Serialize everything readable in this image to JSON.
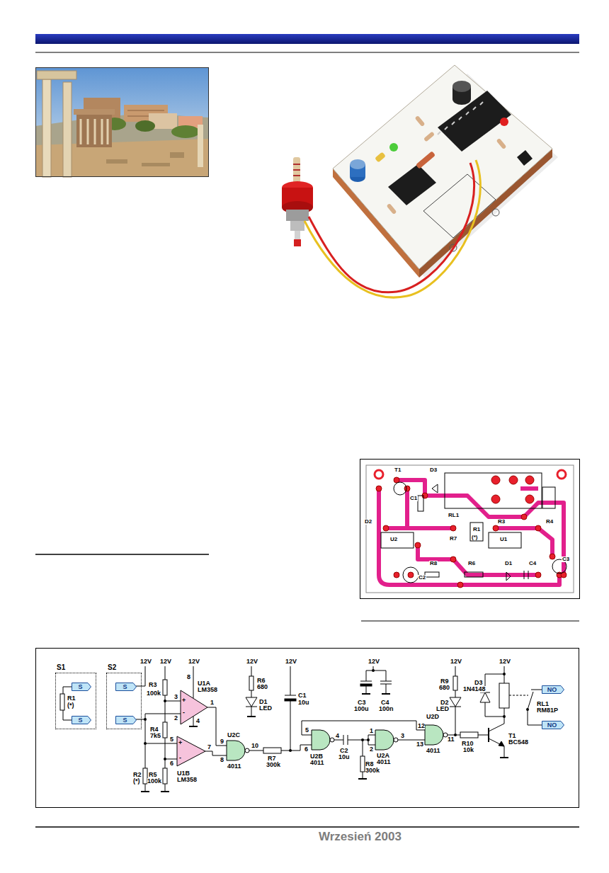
{
  "diagram": {
    "nodes": [
      {
        "text": [
          "S1"
        ]
      },
      {
        "text": [
          "S"
        ],
        "in": 0
      },
      {
        "text": [
          "S"
        ],
        "in": 0
      },
      {
        "text": [
          "S2"
        ]
      },
      {
        "text": [
          "S"
        ],
        "in": 3
      },
      {
        "text": [
          "S"
        ],
        "in": 3
      },
      {
        "text": [
          "NO"
        ]
      },
      {
        "text": [
          "NO"
        ]
      }
    ],
    "edges": [
      {
        "from": 1,
        "to": 2,
        "arrow": "none"
      }
    ],
    "labels": [
      "12V",
      "12V",
      "12V",
      "12V",
      "12V",
      "12V",
      "12V",
      "12V",
      "R3",
      "100k",
      "R4",
      "7k5",
      "R5",
      "100k",
      "R2",
      "(*)",
      "R1",
      "(*)",
      "U1A",
      "LM358",
      "8",
      "3",
      "2",
      "1",
      "4",
      "+",
      "-",
      "U1B",
      "LM358",
      "5",
      "6",
      "7",
      "+",
      "-",
      "U2C",
      "4011",
      "9",
      "8",
      "10",
      "R7",
      "300k",
      "C1",
      "10u",
      "R6",
      "680",
      "D1",
      "LED",
      "5",
      "6",
      "U2B",
      "4011",
      "4",
      "C2",
      "10u",
      "R8",
      "300k",
      "1",
      "2",
      "U2A",
      "4011",
      "3",
      "C3",
      "100u",
      "C4",
      "100n",
      "U2D",
      "4011",
      "12",
      "13",
      "11",
      "R10",
      "10k",
      "T1",
      "BC548",
      "R9",
      "680",
      "D2",
      "LED",
      "D3",
      "1N4148",
      "RL1",
      "RM81P",
      "T1",
      "D3",
      "C1",
      "RL1",
      "R1",
      "(*)",
      "R3",
      "R4",
      "D2",
      "U2",
      "R7",
      "U1",
      "R8",
      "R6",
      "D1",
      "C4",
      "C3",
      "C2",
      "Wrzesień 2003"
    ]
  }
}
